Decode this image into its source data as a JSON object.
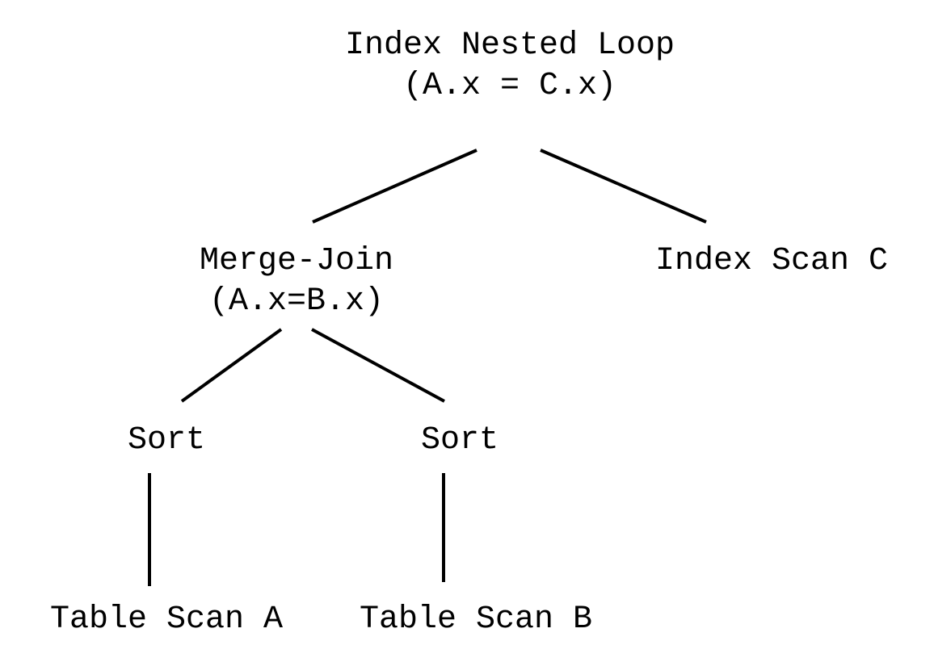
{
  "diagram": {
    "root": {
      "line1": "Index Nested Loop",
      "line2": "(A.x = C.x)"
    },
    "merge_join": {
      "line1": "Merge-Join",
      "line2": "(A.x=B.x)"
    },
    "index_scan_c": {
      "label": "Index Scan C"
    },
    "sort_a": {
      "label": "Sort"
    },
    "sort_b": {
      "label": "Sort"
    },
    "table_scan_a": {
      "label": "Table Scan A"
    },
    "table_scan_b": {
      "label": "Table Scan B"
    }
  }
}
